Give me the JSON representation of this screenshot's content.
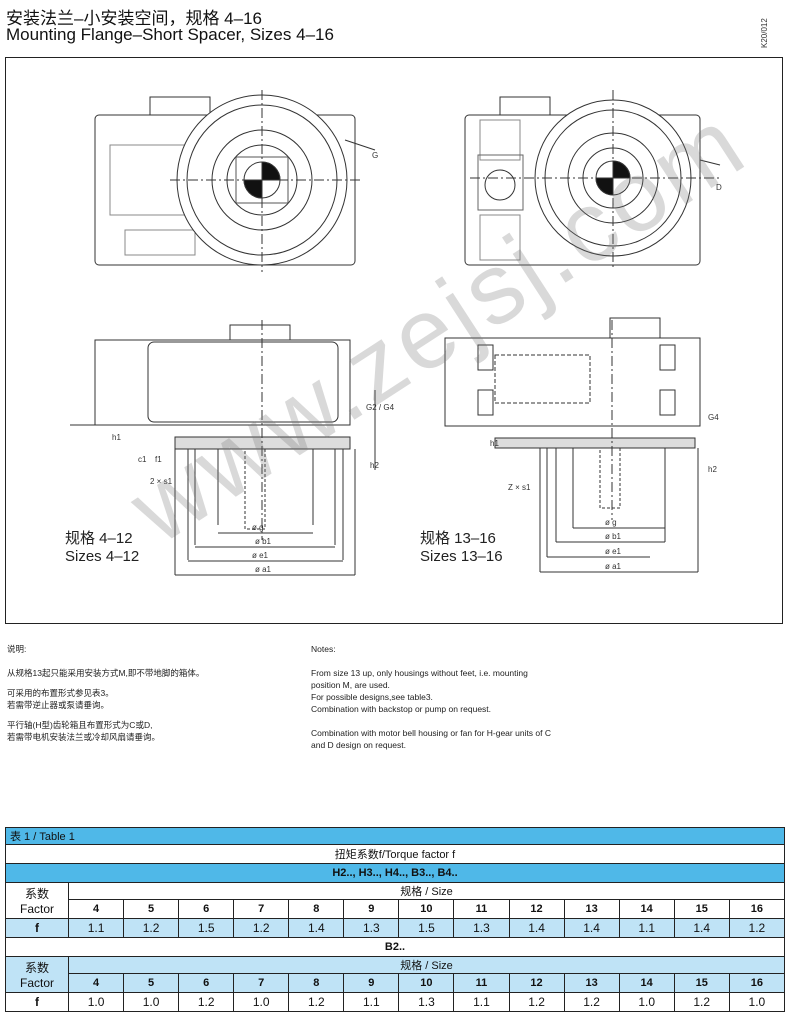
{
  "header": {
    "title_cn": "安装法兰–小安装空间，规格 4–16",
    "title_en": "Mounting Flange–Short Spacer, Sizes 4–16",
    "page_code": "K20/012"
  },
  "drawing": {
    "left_label_cn": "规格 4–12",
    "left_label_en": "Sizes 4–12",
    "right_label_cn": "规格 13–16",
    "right_label_en": "Sizes 13–16",
    "dims": {
      "g": "ø g",
      "b1": "ø b1",
      "e1": "ø e1",
      "a1": "ø a1",
      "h1": "h1",
      "c1": "c1",
      "f1": "f1",
      "s1": "2 × s1",
      "z_s1": "Z × s1",
      "h2": "h2",
      "g2g4": "G2 / G4",
      "g4": "G4",
      "G": "G",
      "D": "D"
    }
  },
  "watermark": "www.zejsj.com",
  "notes": {
    "cn_heading": "说明:",
    "cn": [
      "从规格13起只能采用安装方式M,即不带地脚的箱体。",
      "可采用的布置形式参见表3。",
      "若需带逆止器或泵请垂询。",
      "平行轴(H型)齿轮箱且布置形式为C或D,",
      "若需带电机安装法兰或冷却风扇请垂询。"
    ],
    "en_heading": "Notes:",
    "en": [
      "From size 13 up, only housings without feet, i.e. mounting",
      "position M, are used.",
      "For possible designs,see table3.",
      "Combination with backstop or pump on request.",
      "Combination with motor bell housing or fan for H-gear units of C",
      "and D design on request."
    ]
  },
  "table": {
    "caption": "表 1 / Table 1",
    "subtitle": "扭矩系数f/Torque factor f",
    "factor_cn": "系数",
    "factor_en": "Factor",
    "size_label": "规格 / Size",
    "f_label": "f",
    "sizes": [
      "4",
      "5",
      "6",
      "7",
      "8",
      "9",
      "10",
      "11",
      "12",
      "13",
      "14",
      "15",
      "16"
    ],
    "groups": [
      {
        "name": "H2.., H3.., H4.., B3.., B4..",
        "f": [
          "1.1",
          "1.2",
          "1.5",
          "1.2",
          "1.4",
          "1.3",
          "1.5",
          "1.3",
          "1.4",
          "1.4",
          "1.1",
          "1.4",
          "1.2"
        ]
      },
      {
        "name": "B2..",
        "f": [
          "1.0",
          "1.0",
          "1.2",
          "1.0",
          "1.2",
          "1.1",
          "1.3",
          "1.1",
          "1.2",
          "1.2",
          "1.0",
          "1.2",
          "1.0"
        ]
      }
    ],
    "colors": {
      "header": "#4fb8e8",
      "light": "#bfe3f6"
    }
  }
}
